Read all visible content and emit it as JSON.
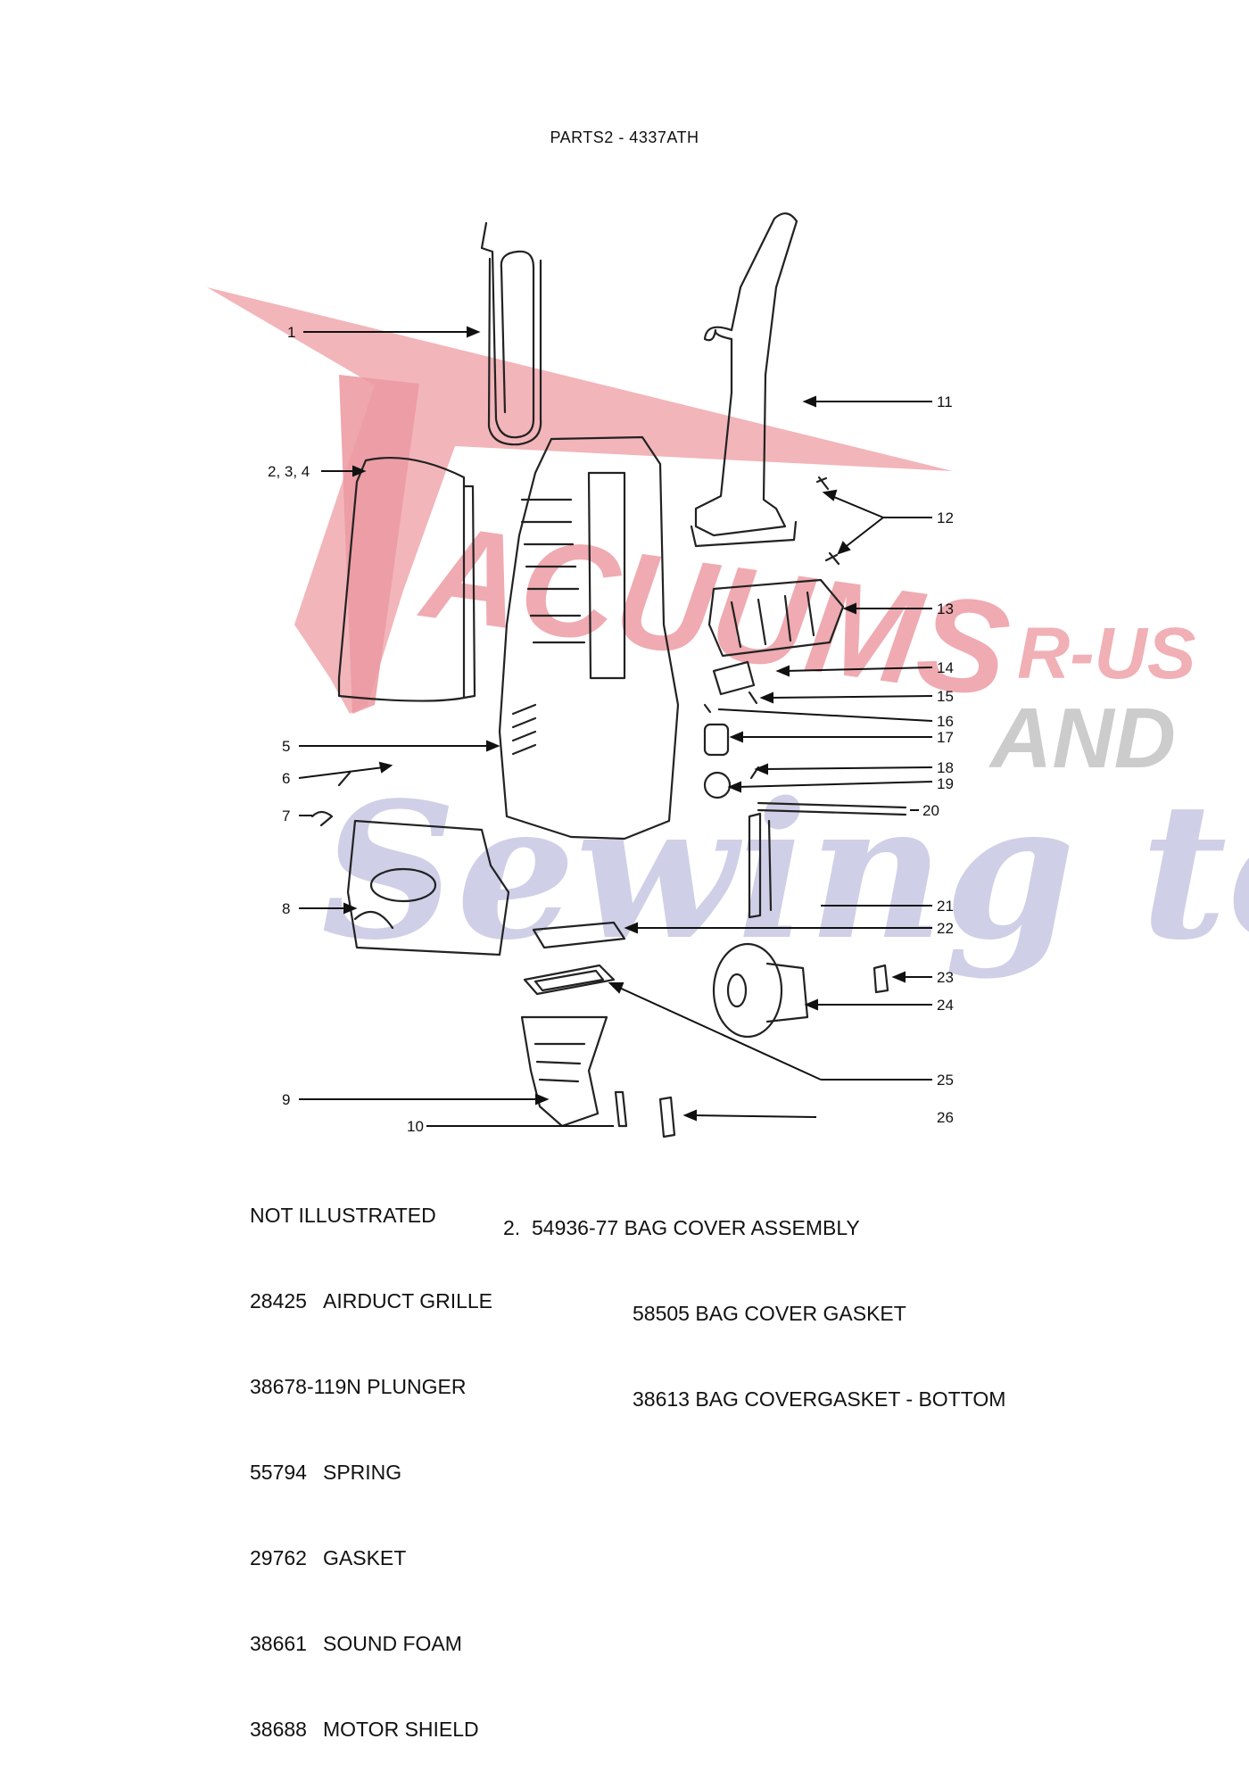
{
  "page_title": "PARTS2 - 4337ATH",
  "watermark": {
    "word": "ACUUMS",
    "ru": "R-US",
    "and": "AND",
    "script": "Sewing too",
    "colors": {
      "red": "#e98a92",
      "grey": "#c4c4c4",
      "blue": "#aeb0d6"
    }
  },
  "callouts": [
    {
      "label": "1"
    },
    {
      "label": "2, 3, 4"
    },
    {
      "label": "5"
    },
    {
      "label": "6"
    },
    {
      "label": "7"
    },
    {
      "label": "8"
    },
    {
      "label": "9"
    },
    {
      "label": "10"
    },
    {
      "label": "11"
    },
    {
      "label": "12"
    },
    {
      "label": "13"
    },
    {
      "label": "14"
    },
    {
      "label": "15"
    },
    {
      "label": "16"
    },
    {
      "label": "17"
    },
    {
      "label": "18"
    },
    {
      "label": "19"
    },
    {
      "label": "20"
    },
    {
      "label": "21"
    },
    {
      "label": "22"
    },
    {
      "label": "23"
    },
    {
      "label": "24"
    },
    {
      "label": "25"
    },
    {
      "label": "26"
    }
  ],
  "not_illustrated": {
    "heading": "NOT ILLUSTRATED",
    "items": [
      {
        "code": "28425",
        "name": "AIRDUCT GRILLE"
      },
      {
        "code": "38678-119N",
        "name": "PLUNGER"
      },
      {
        "code": "55794",
        "name": "SPRING"
      },
      {
        "code": "29762",
        "name": "GASKET"
      },
      {
        "code": "38661",
        "name": "SOUND FOAM"
      },
      {
        "code": "38688",
        "name": "MOTOR SHIELD"
      }
    ]
  },
  "bag_cover": {
    "number": "2.",
    "items": [
      {
        "code": "54936-77",
        "name": "BAG COVER ASSEMBLY"
      },
      {
        "code": "58505",
        "name": "BAG COVER GASKET"
      },
      {
        "code": "38613",
        "name": "BAG COVERGASKET - BOTTOM"
      }
    ]
  }
}
